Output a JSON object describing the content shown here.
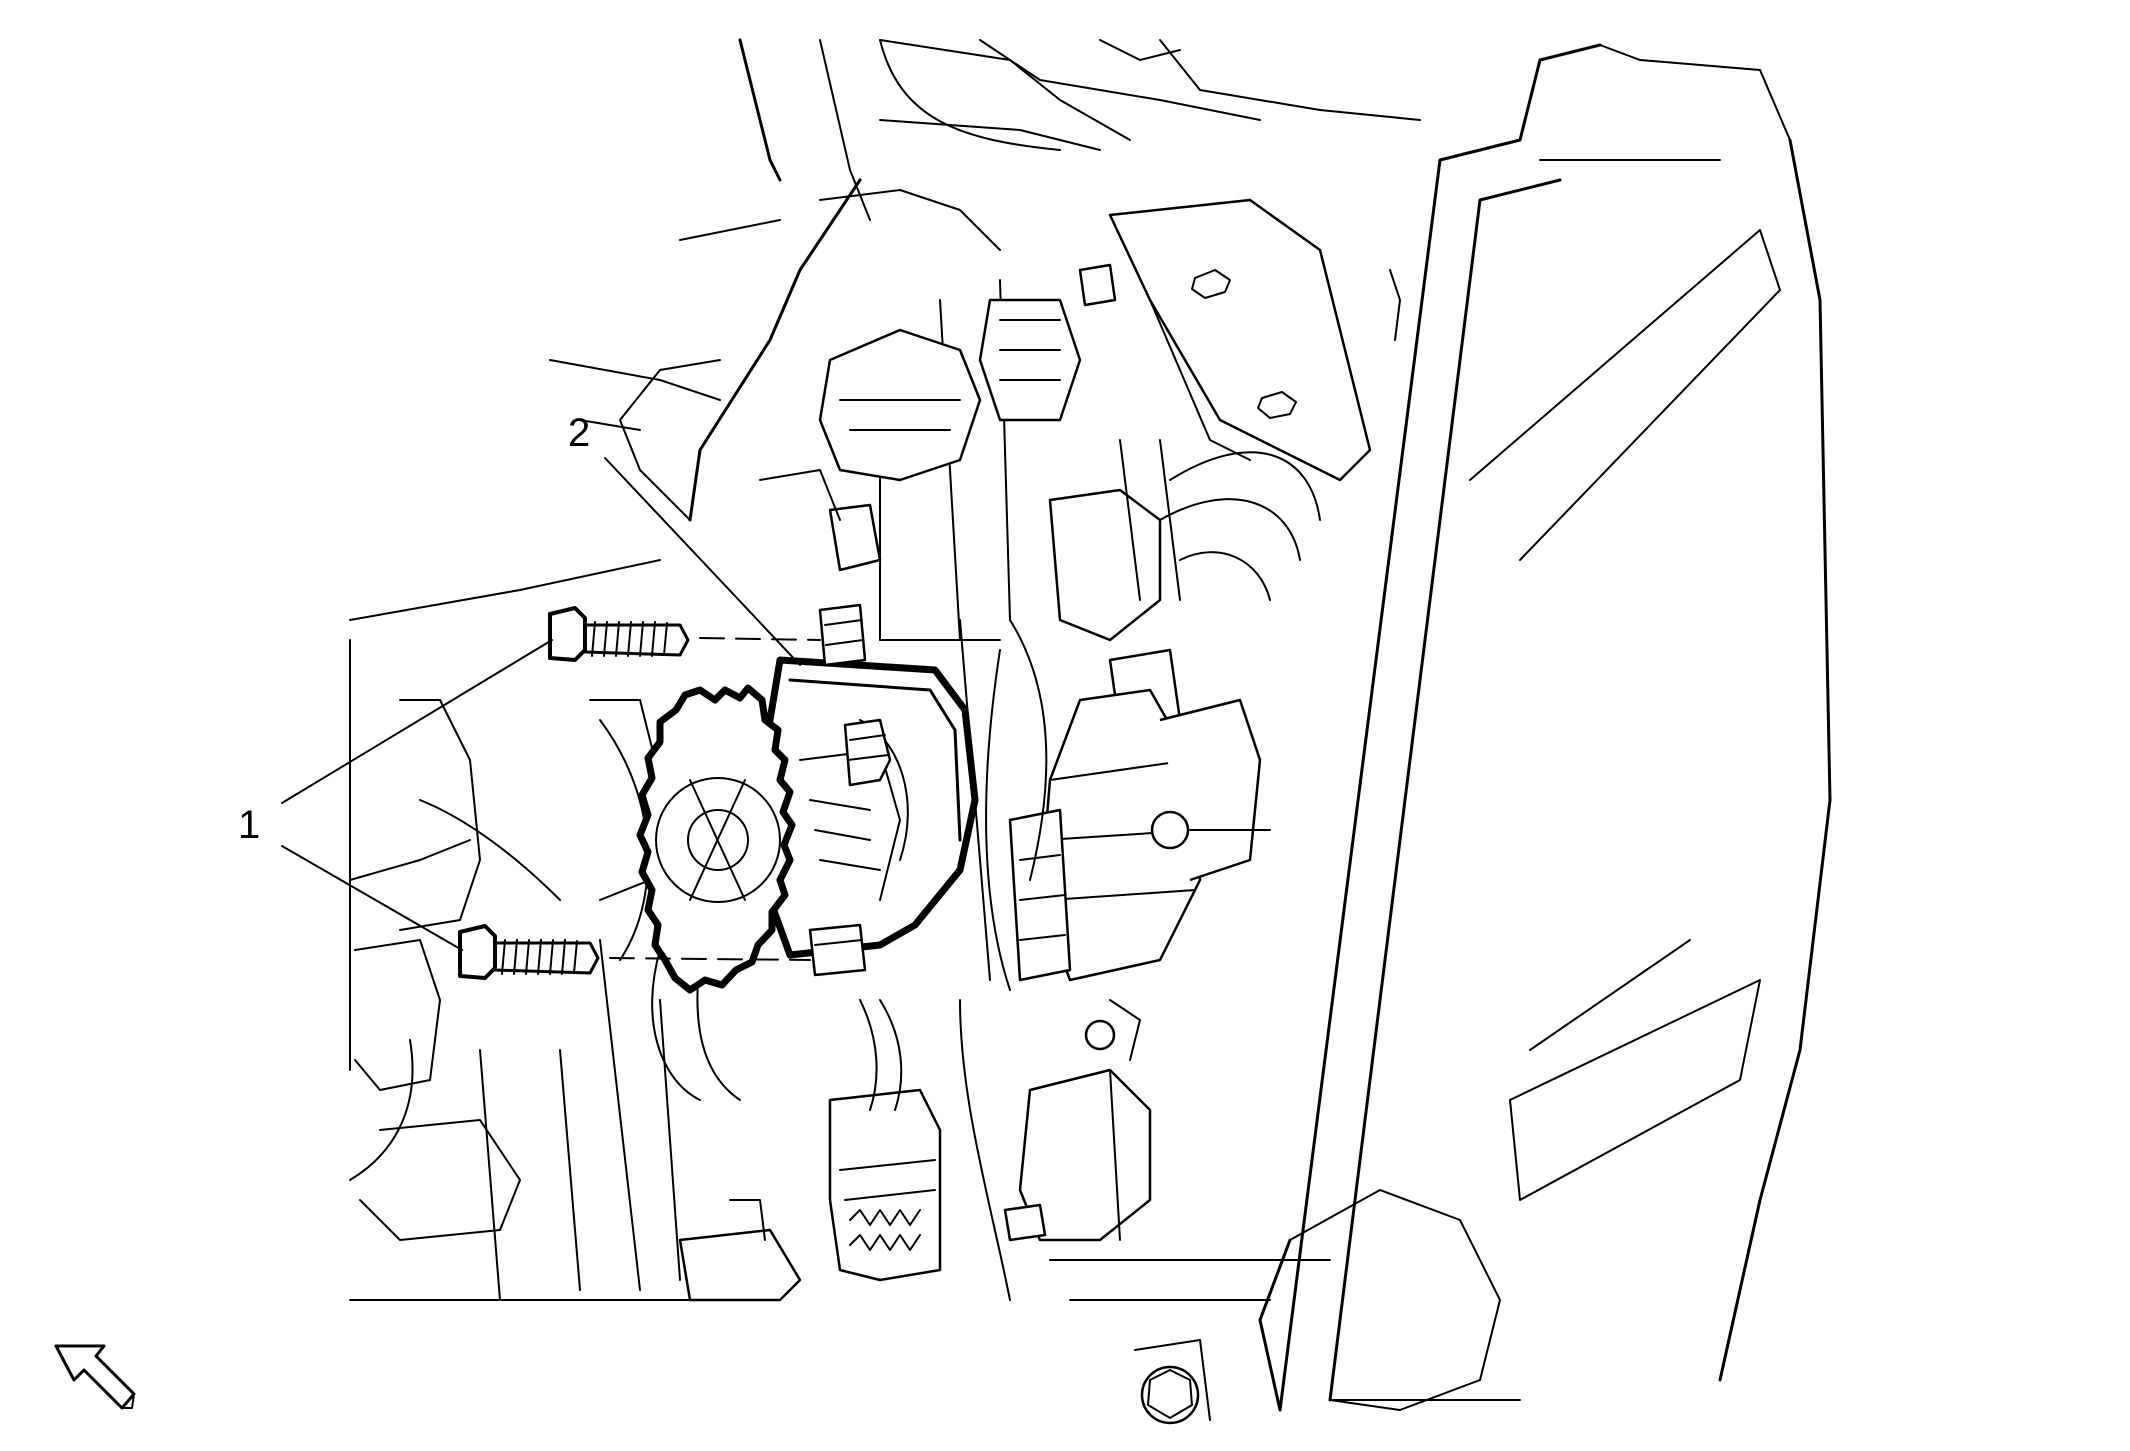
{
  "diagram": {
    "callouts": [
      {
        "id": "1",
        "label": "1",
        "part": "bolts"
      },
      {
        "id": "2",
        "label": "2",
        "part": "actuator"
      }
    ],
    "view_indicator_icon": "arrow-up-left-icon",
    "colors": {
      "line": "#000000",
      "background": "#ffffff"
    }
  }
}
